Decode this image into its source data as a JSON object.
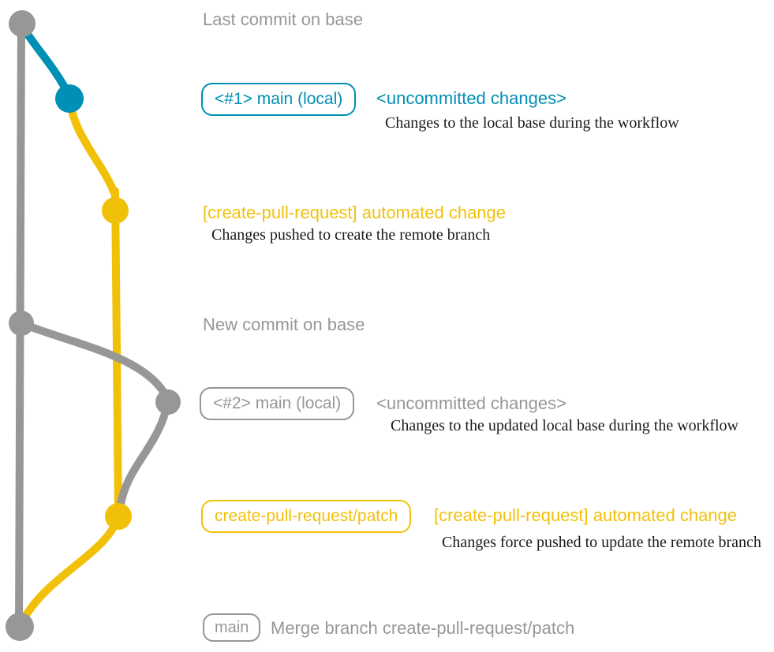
{
  "colors": {
    "gray": "#979797",
    "blue": "#008fb5",
    "yellow": "#f1c109",
    "ink": "#1a1a1a",
    "background": "#ffffff"
  },
  "graph": {
    "branch_colors": {
      "base": "#979797",
      "local_main": "#008fb5",
      "create_pull_request_patch": "#f1c109"
    },
    "commit_dots": [
      "last-commit-on-base",
      "local-main-commit-1",
      "automated-change-commit-1",
      "new-commit-on-base",
      "local-main-commit-2",
      "automated-change-commit-2",
      "merge-commit"
    ]
  },
  "annotations": {
    "last_commit": "Last commit on base",
    "row1": {
      "badge": "<#1> main (local)",
      "status": "<uncommitted changes>",
      "desc": "Changes to the local base during the workflow"
    },
    "row2": {
      "message": "[create-pull-request] automated change",
      "desc": "Changes pushed to create the remote branch"
    },
    "new_commit": "New commit on base",
    "row3": {
      "badge": "<#2> main (local)",
      "status": "<uncommitted changes>",
      "desc": "Changes to the updated local base during the workflow"
    },
    "row4": {
      "badge": "create-pull-request/patch",
      "message": "[create-pull-request] automated change",
      "desc": "Changes force pushed to update the remote branch"
    },
    "row5": {
      "badge": "main",
      "message": "Merge branch create-pull-request/patch"
    }
  }
}
